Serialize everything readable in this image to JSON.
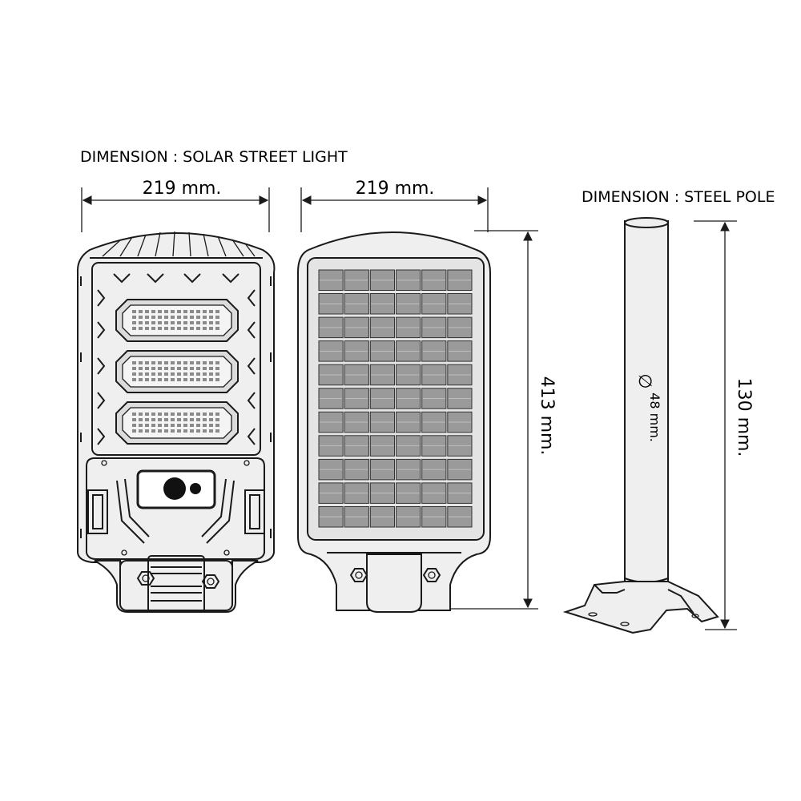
{
  "titles": {
    "light": "DIMENSION : SOLAR STREET LIGHT",
    "pole": "DIMENSION : STEEL POLE"
  },
  "dimensions": {
    "front_width": "219 mm.",
    "back_width": "219 mm.",
    "height": "413 mm.",
    "pole_height": "130 mm.",
    "pole_diameter": "48 mm.",
    "diameter_symbol": "∅"
  },
  "panel": {
    "rows": 11,
    "columns": 6
  },
  "led_modules": 3
}
